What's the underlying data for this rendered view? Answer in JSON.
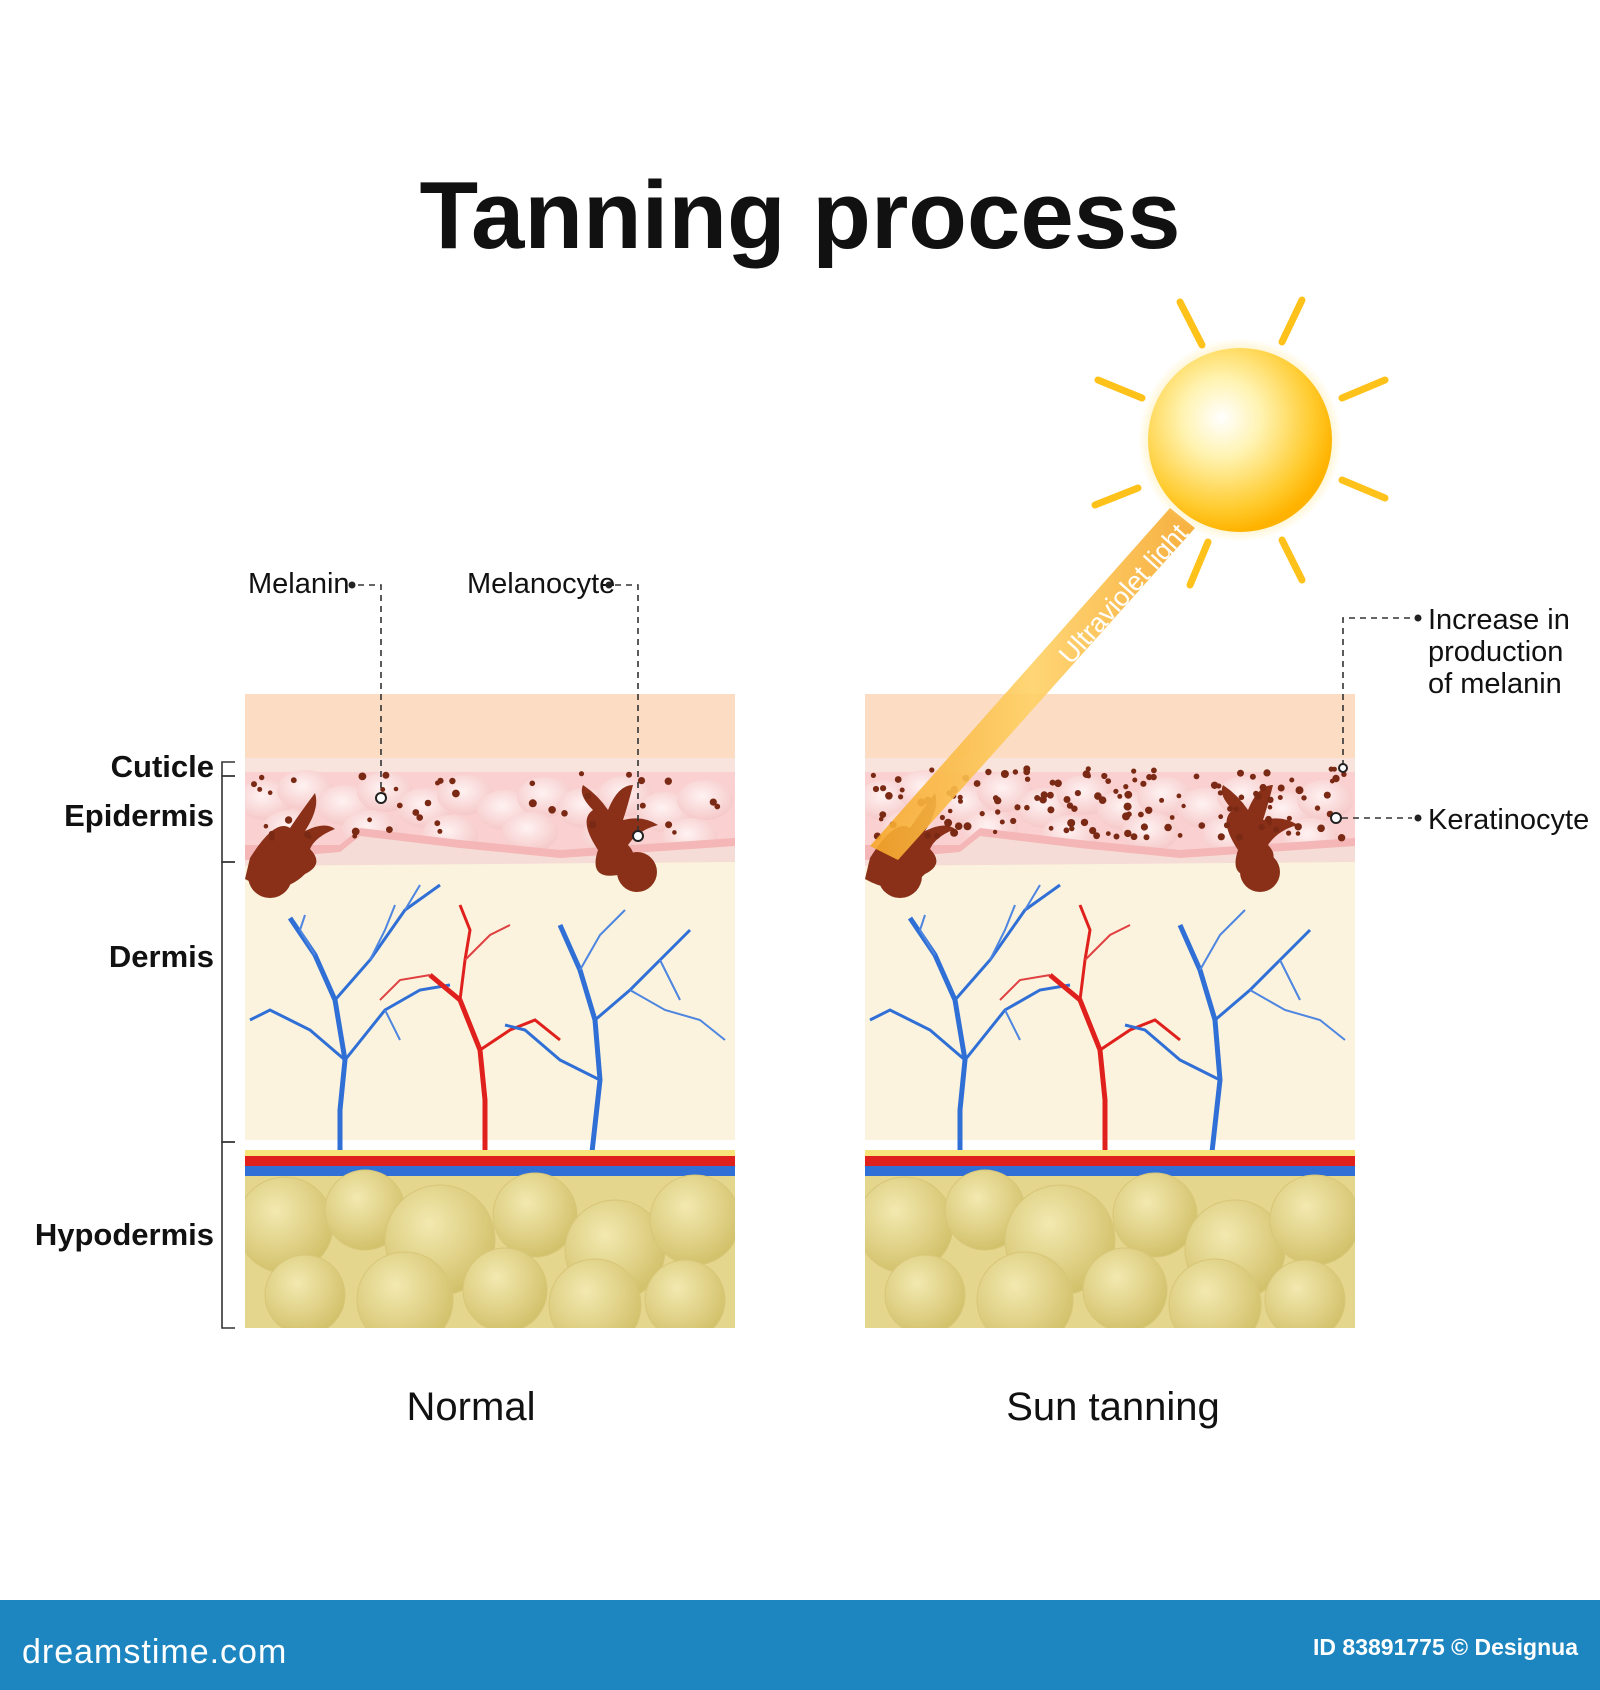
{
  "title": "Tanning process",
  "layer_labels": {
    "cuticle": "Cuticle",
    "epidermis": "Epidermis",
    "dermis": "Dermis",
    "hypodermis": "Hypodermis"
  },
  "callouts": {
    "melanin": "Melanin",
    "melanocyte": "Melanocyte",
    "increase_line1": "Increase in",
    "increase_line2": "production",
    "increase_line3": "of melanin",
    "keratinocyte": "Keratinocyte",
    "uv_light": "Ultraviolet light"
  },
  "panels": {
    "normal_caption": "Normal",
    "sun_caption": "Sun tanning"
  },
  "footer": {
    "logo": "dreamstime.com",
    "id_text": "ID 83891775 © Designua"
  },
  "colors": {
    "cuticle": "#fcdcc2",
    "epidermis": "#fad0d0",
    "dermis": "#fbf3de",
    "hypodermis": "#e4d68c",
    "melanin": "#7a2a14",
    "artery": "#e0201c",
    "vein": "#2f6fd6",
    "sun": "#ffc21a",
    "footer_bar": "#1d86c0"
  }
}
